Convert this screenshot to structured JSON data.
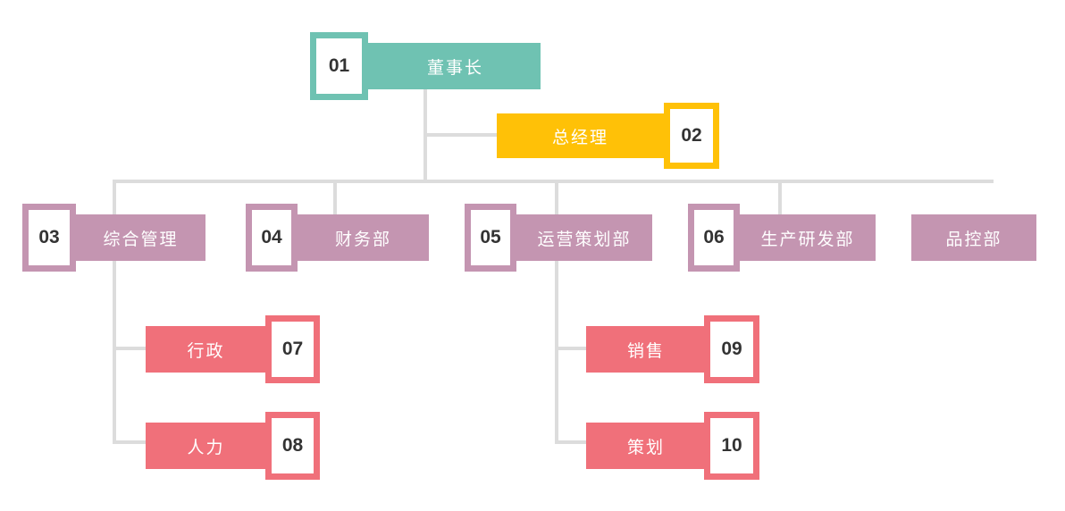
{
  "chart_type": "org-chart",
  "colors": {
    "level1_teal": "#6FC2B2",
    "level2_yellow": "#FFC107",
    "level3_mauve": "#C495B1",
    "level4_red": "#F0707A",
    "connector_gray": "#DCDCDC",
    "badge_background": "#FFFFFF",
    "badge_number_text": "#333333",
    "node_label_text": "#FFFFFF"
  },
  "nodes": [
    {
      "number": "01",
      "label": "董事长",
      "color": "teal",
      "badge_side": "left"
    },
    {
      "number": "02",
      "label": "总经理",
      "color": "yellow",
      "badge_side": "right"
    },
    {
      "number": "03",
      "label": "综合管理",
      "color": "mauve",
      "badge_side": "left"
    },
    {
      "number": "04",
      "label": "财务部",
      "color": "mauve",
      "badge_side": "left"
    },
    {
      "number": "05",
      "label": "运营策划部",
      "color": "mauve",
      "badge_side": "left"
    },
    {
      "number": "06",
      "label": "生产研发部",
      "color": "mauve",
      "badge_side": "left"
    },
    {
      "number": "",
      "label": "品控部",
      "color": "mauve",
      "badge_side": "none"
    },
    {
      "number": "07",
      "label": "行政",
      "color": "red",
      "badge_side": "right"
    },
    {
      "number": "08",
      "label": "人力",
      "color": "red",
      "badge_side": "right"
    },
    {
      "number": "09",
      "label": "销售",
      "color": "red",
      "badge_side": "right"
    },
    {
      "number": "10",
      "label": "策划",
      "color": "red",
      "badge_side": "right"
    }
  ],
  "hierarchy": {
    "root": "董事长",
    "root_assistant": "总经理",
    "departments": [
      "综合管理",
      "财务部",
      "运营策划部",
      "生产研发部",
      "品控部"
    ],
    "children": {
      "综合管理": [
        "行政",
        "人力"
      ],
      "运营策划部": [
        "销售",
        "策划"
      ]
    }
  }
}
